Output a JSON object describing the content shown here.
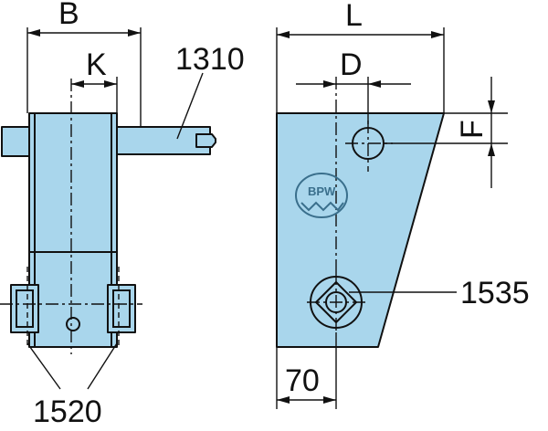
{
  "labels": {
    "dim_b": "B",
    "dim_k": "K",
    "dim_l": "L",
    "dim_d": "D",
    "dim_f": "F",
    "dim_70": "70",
    "part_1310": "1310",
    "part_1520": "1520",
    "part_1535": "1535"
  },
  "logo": {
    "letters": "BPW"
  },
  "colors": {
    "part_fill": "#a9d6ec",
    "line": "#111111"
  }
}
